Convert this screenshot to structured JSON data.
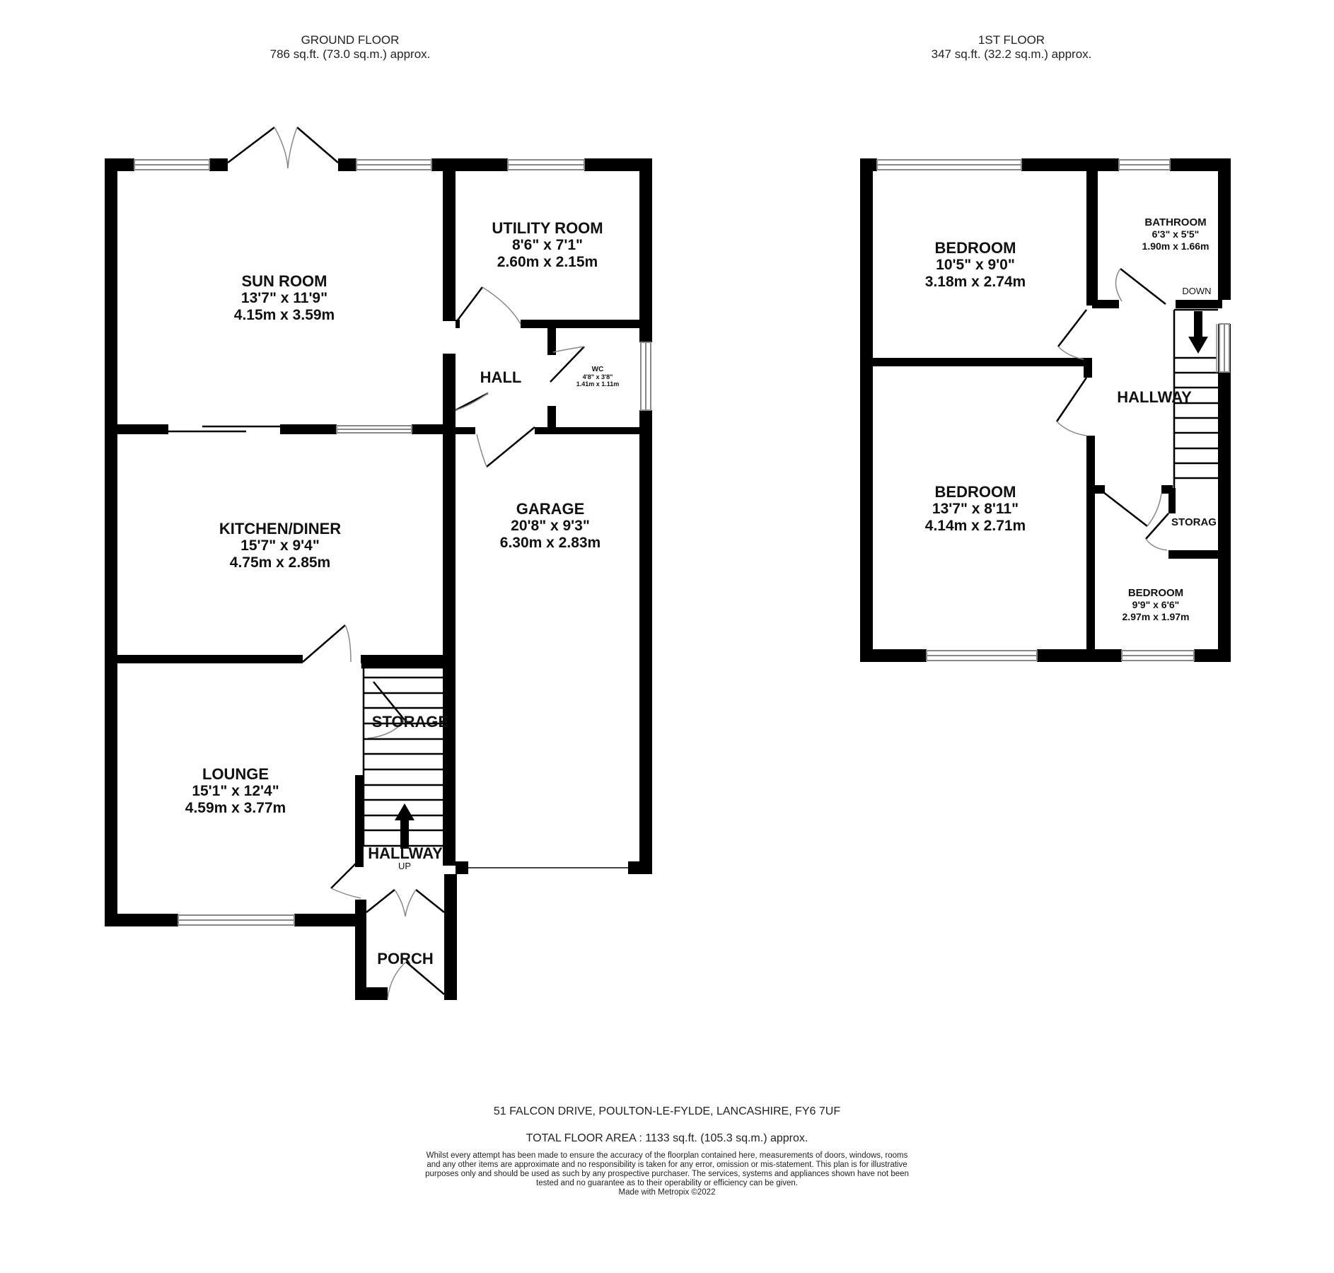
{
  "ground_floor": {
    "title": "GROUND FLOOR",
    "area": "786 sq.ft. (73.0 sq.m.) approx.",
    "rooms": {
      "sun_room": {
        "name": "SUN ROOM",
        "imperial": "13'7\"  x 11'9\"",
        "metric": "4.15m  x 3.59m"
      },
      "utility_room": {
        "name": "UTILITY ROOM",
        "imperial": "8'6\"  x 7'1\"",
        "metric": "2.60m  x 2.15m"
      },
      "wc": {
        "name": "WC",
        "imperial": "4'8\"  x 3'8\"",
        "metric": "1.41m  x 1.11m"
      },
      "hall": {
        "name": "HALL"
      },
      "kitchen_diner": {
        "name": "KITCHEN/DINER",
        "imperial": "15'7\"  x 9'4\"",
        "metric": "4.75m  x 2.85m"
      },
      "garage": {
        "name": "GARAGE",
        "imperial": "20'8\"  x 9'3\"",
        "metric": "6.30m  x 2.83m"
      },
      "storage": {
        "name": "STORAGE"
      },
      "lounge": {
        "name": "LOUNGE",
        "imperial": "15'1\"  x 12'4\"",
        "metric": "4.59m  x 3.77m"
      },
      "hallway": {
        "name": "HALLWAY",
        "stairs_label": "UP"
      },
      "porch": {
        "name": "PORCH"
      }
    }
  },
  "first_floor": {
    "title": "1ST FLOOR",
    "area": "347 sq.ft. (32.2 sq.m.) approx.",
    "rooms": {
      "bedroom_1": {
        "name": "BEDROOM",
        "imperial": "10'5\"  x 9'0\"",
        "metric": "3.18m  x 2.74m"
      },
      "bathroom": {
        "name": "BATHROOM",
        "imperial": "6'3\"  x 5'5\"",
        "metric": "1.90m  x 1.66m"
      },
      "hallway": {
        "name": "HALLWAY",
        "stairs_label": "DOWN"
      },
      "bedroom_2": {
        "name": "BEDROOM",
        "imperial": "13'7\"  x 8'11\"",
        "metric": "4.14m  x 2.71m"
      },
      "storage": {
        "name": "STORAG"
      },
      "bedroom_3": {
        "name": "BEDROOM",
        "imperial": "9'9\"  x 6'6\"",
        "metric": "2.97m  x 1.97m"
      }
    }
  },
  "footer": {
    "address": "51 FALCON DRIVE, POULTON-LE-FYLDE, LANCASHIRE, FY6 7UF",
    "total_area": "TOTAL FLOOR AREA : 1133 sq.ft. (105.3 sq.m.) approx.",
    "disclaimer": "Whilst every attempt has been made to ensure the accuracy of the floorplan contained here, measurements of doors, windows, rooms and any other items are approximate and no responsibility is taken for any error, omission or mis-statement. This plan is for illustrative purposes only and should be used as such by any prospective purchaser. The services, systems and appliances shown have not been tested and no guarantee as to their operability or efficiency can be given.",
    "credit": "Made with Metropix ©2022"
  },
  "colors": {
    "wall": "#000000",
    "background": "#ffffff",
    "window": "#888888",
    "door_arc": "#888888"
  }
}
